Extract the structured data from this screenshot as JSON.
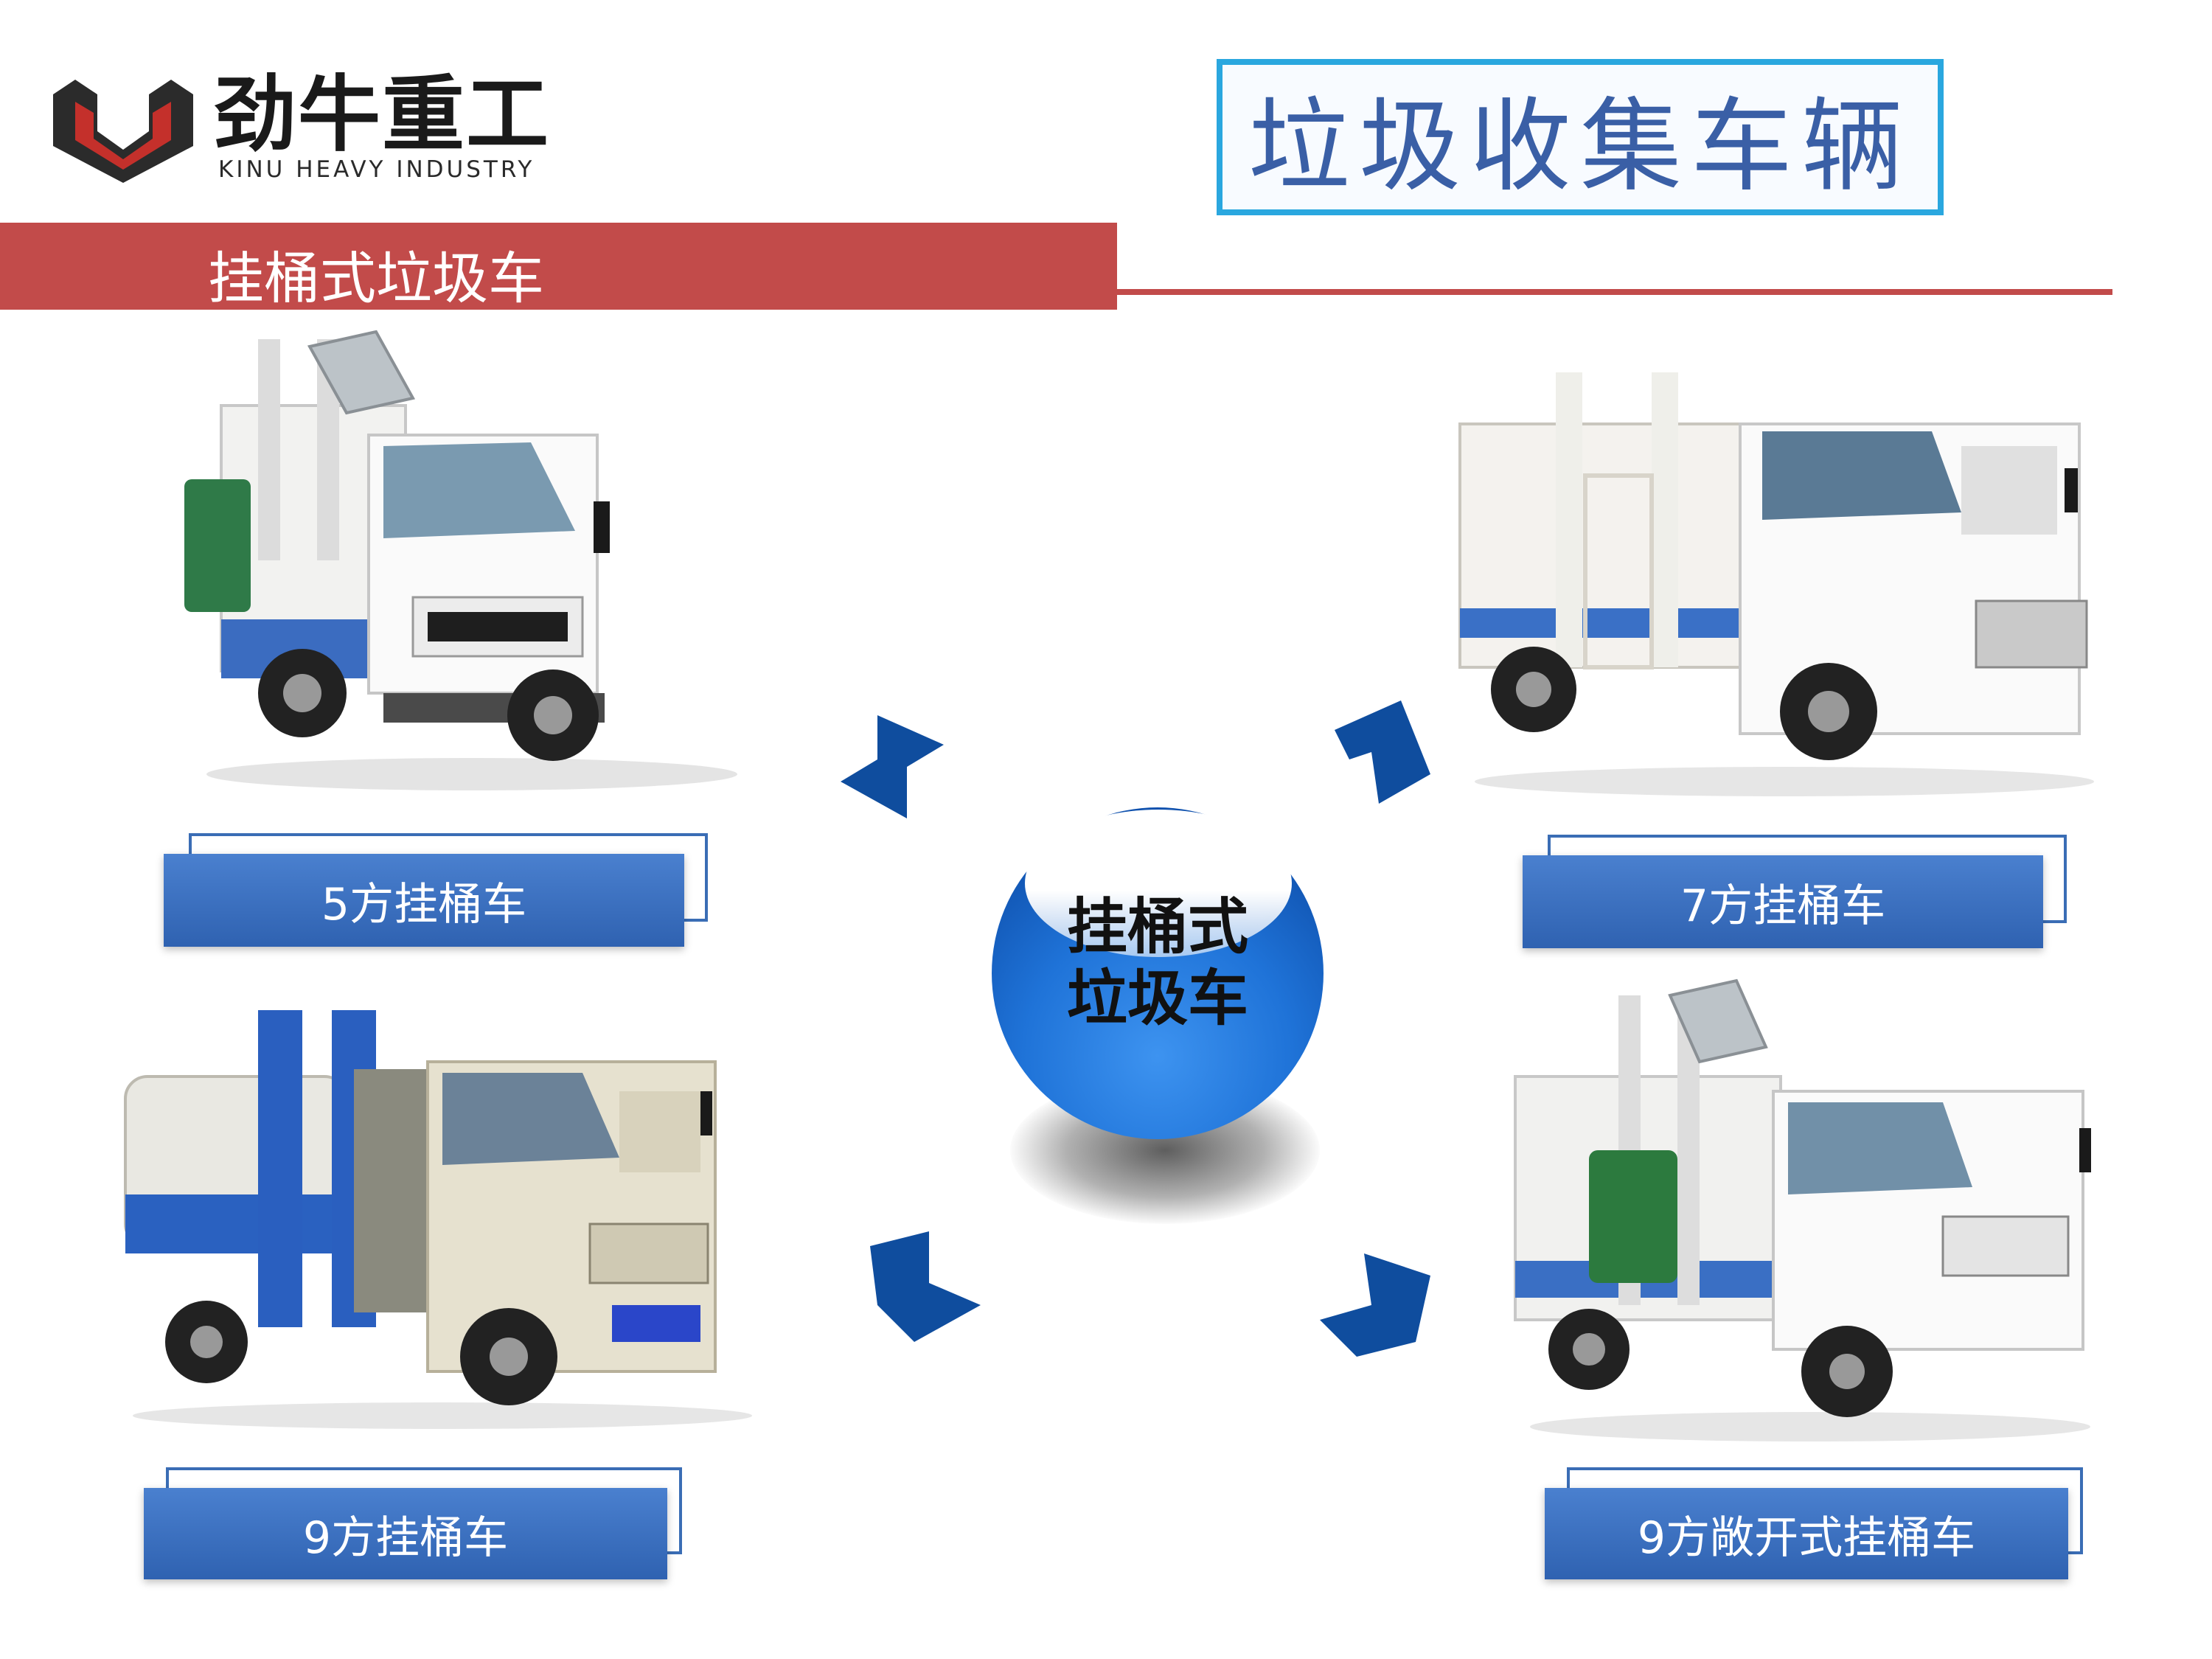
{
  "logo": {
    "cn": "劲牛重工",
    "en": "KINU HEAVY INDUSTRY"
  },
  "title": "垃圾收集车辆",
  "section_title": "挂桶式垃圾车",
  "center": {
    "line1": "挂桶式",
    "line2": "垃圾车"
  },
  "vehicles": [
    {
      "label": "5方挂桶车",
      "icon": "garbage-truck-photo"
    },
    {
      "label": "7方挂桶车",
      "icon": "garbage-truck-photo"
    },
    {
      "label": "9方挂桶车",
      "icon": "garbage-truck-photo"
    },
    {
      "label": "9方敞开式挂桶车",
      "icon": "garbage-truck-photo"
    }
  ],
  "colors": {
    "accent_red": "#c24b4a",
    "accent_blue": "#2f62b1",
    "title_border": "#2aa7df",
    "arrow_blue": "#0f4d9e"
  }
}
